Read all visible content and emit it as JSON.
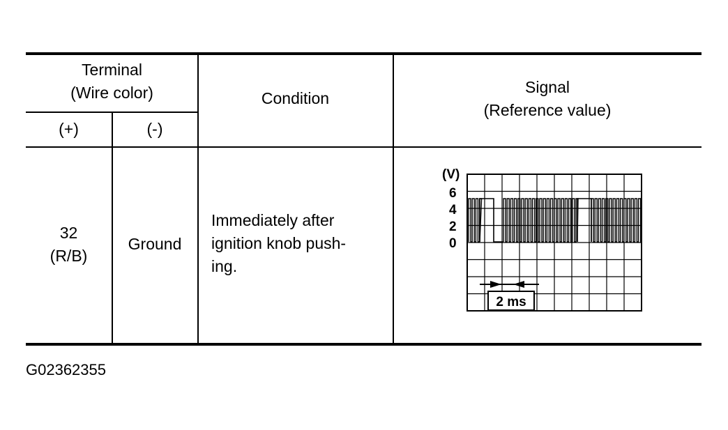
{
  "table": {
    "headers": {
      "terminal": [
        "Terminal",
        "(Wire color)"
      ],
      "plus": "(+)",
      "minus": "(-)",
      "condition": "Condition",
      "signal": [
        "Signal",
        "(Reference value)"
      ]
    },
    "row": {
      "terminal_plus": [
        "32",
        "(R/B)"
      ],
      "terminal_minus": "Ground",
      "condition": [
        "Immediately after",
        "ignition knob push-",
        "ing."
      ]
    }
  },
  "waveform": {
    "unit_label": "(V)",
    "y_ticks": [
      "6",
      "4",
      "2",
      "0"
    ],
    "time_label": "2 ms"
  },
  "figure_id": "G02362355"
}
